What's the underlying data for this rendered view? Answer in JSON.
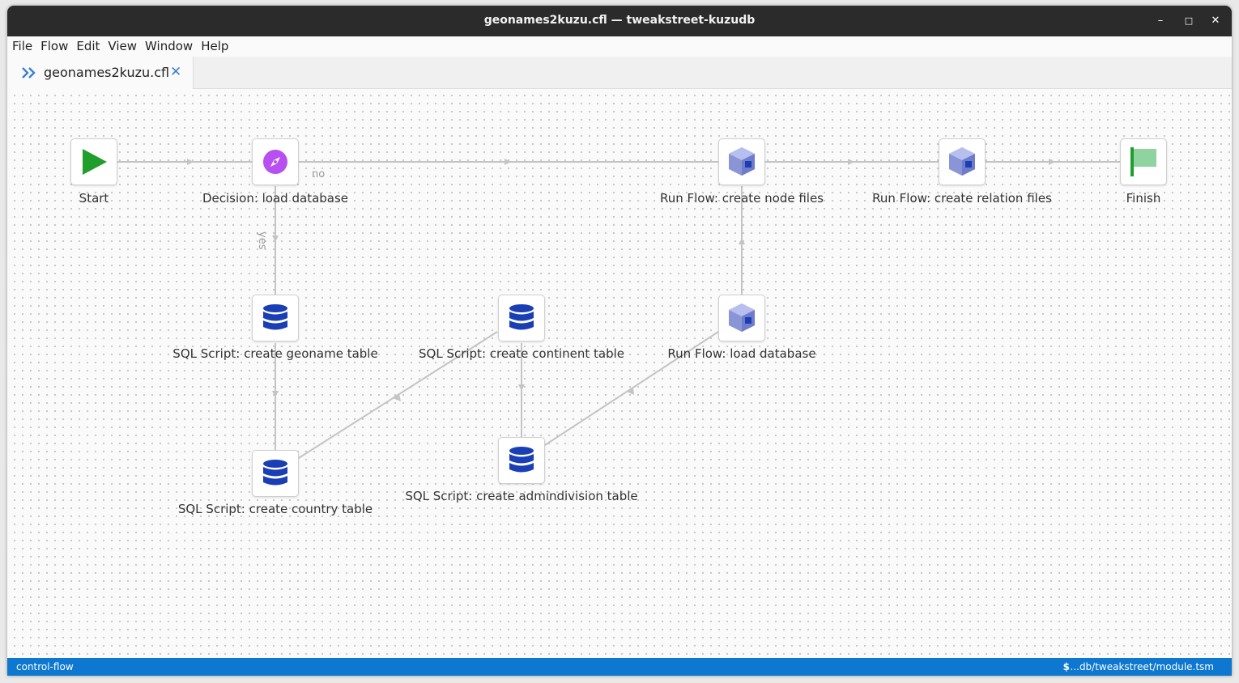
{
  "window": {
    "title": "geonames2kuzu.cfl — tweakstreet-kuzudb",
    "minimize": "–",
    "maximize": "□",
    "close": "✕"
  },
  "menu": [
    "File",
    "Flow",
    "Edit",
    "View",
    "Window",
    "Help"
  ],
  "tab": {
    "label": "geonames2kuzu.cfl",
    "close": "✕",
    "icon": "flow-file-icon"
  },
  "nodes": {
    "start": {
      "label": "Start",
      "icon": "play-icon"
    },
    "decision": {
      "label": "Decision: load database",
      "icon": "compass-icon"
    },
    "run_node": {
      "label": "Run Flow: create node files",
      "icon": "cube-icon"
    },
    "run_rel": {
      "label": "Run Flow: create relation files",
      "icon": "cube-icon"
    },
    "finish": {
      "label": "Finish",
      "icon": "flag-icon"
    },
    "sql_geoname": {
      "label": "SQL Script: create geoname table",
      "icon": "database-icon"
    },
    "sql_continent": {
      "label": "SQL Script: create continent table",
      "icon": "database-icon"
    },
    "run_load": {
      "label": "Run Flow: load database",
      "icon": "cube-icon"
    },
    "sql_country": {
      "label": "SQL Script: create country table",
      "icon": "database-icon"
    },
    "sql_admin": {
      "label": "SQL Script: create admindivision table",
      "icon": "database-icon"
    }
  },
  "edges": {
    "no_label": "no",
    "yes_label": "yes"
  },
  "status": {
    "left": "control-flow",
    "dollar": "$",
    "right": "...db/tweakstreet/module.tsm"
  },
  "colors": {
    "accent": "#0e77cf",
    "play": "#1f9e2e",
    "decision": "#b84ff0",
    "database": "#1a3fb5",
    "cube": "#8a95d8",
    "flag": "#8fd3a0",
    "edge": "#c4c4c4"
  }
}
